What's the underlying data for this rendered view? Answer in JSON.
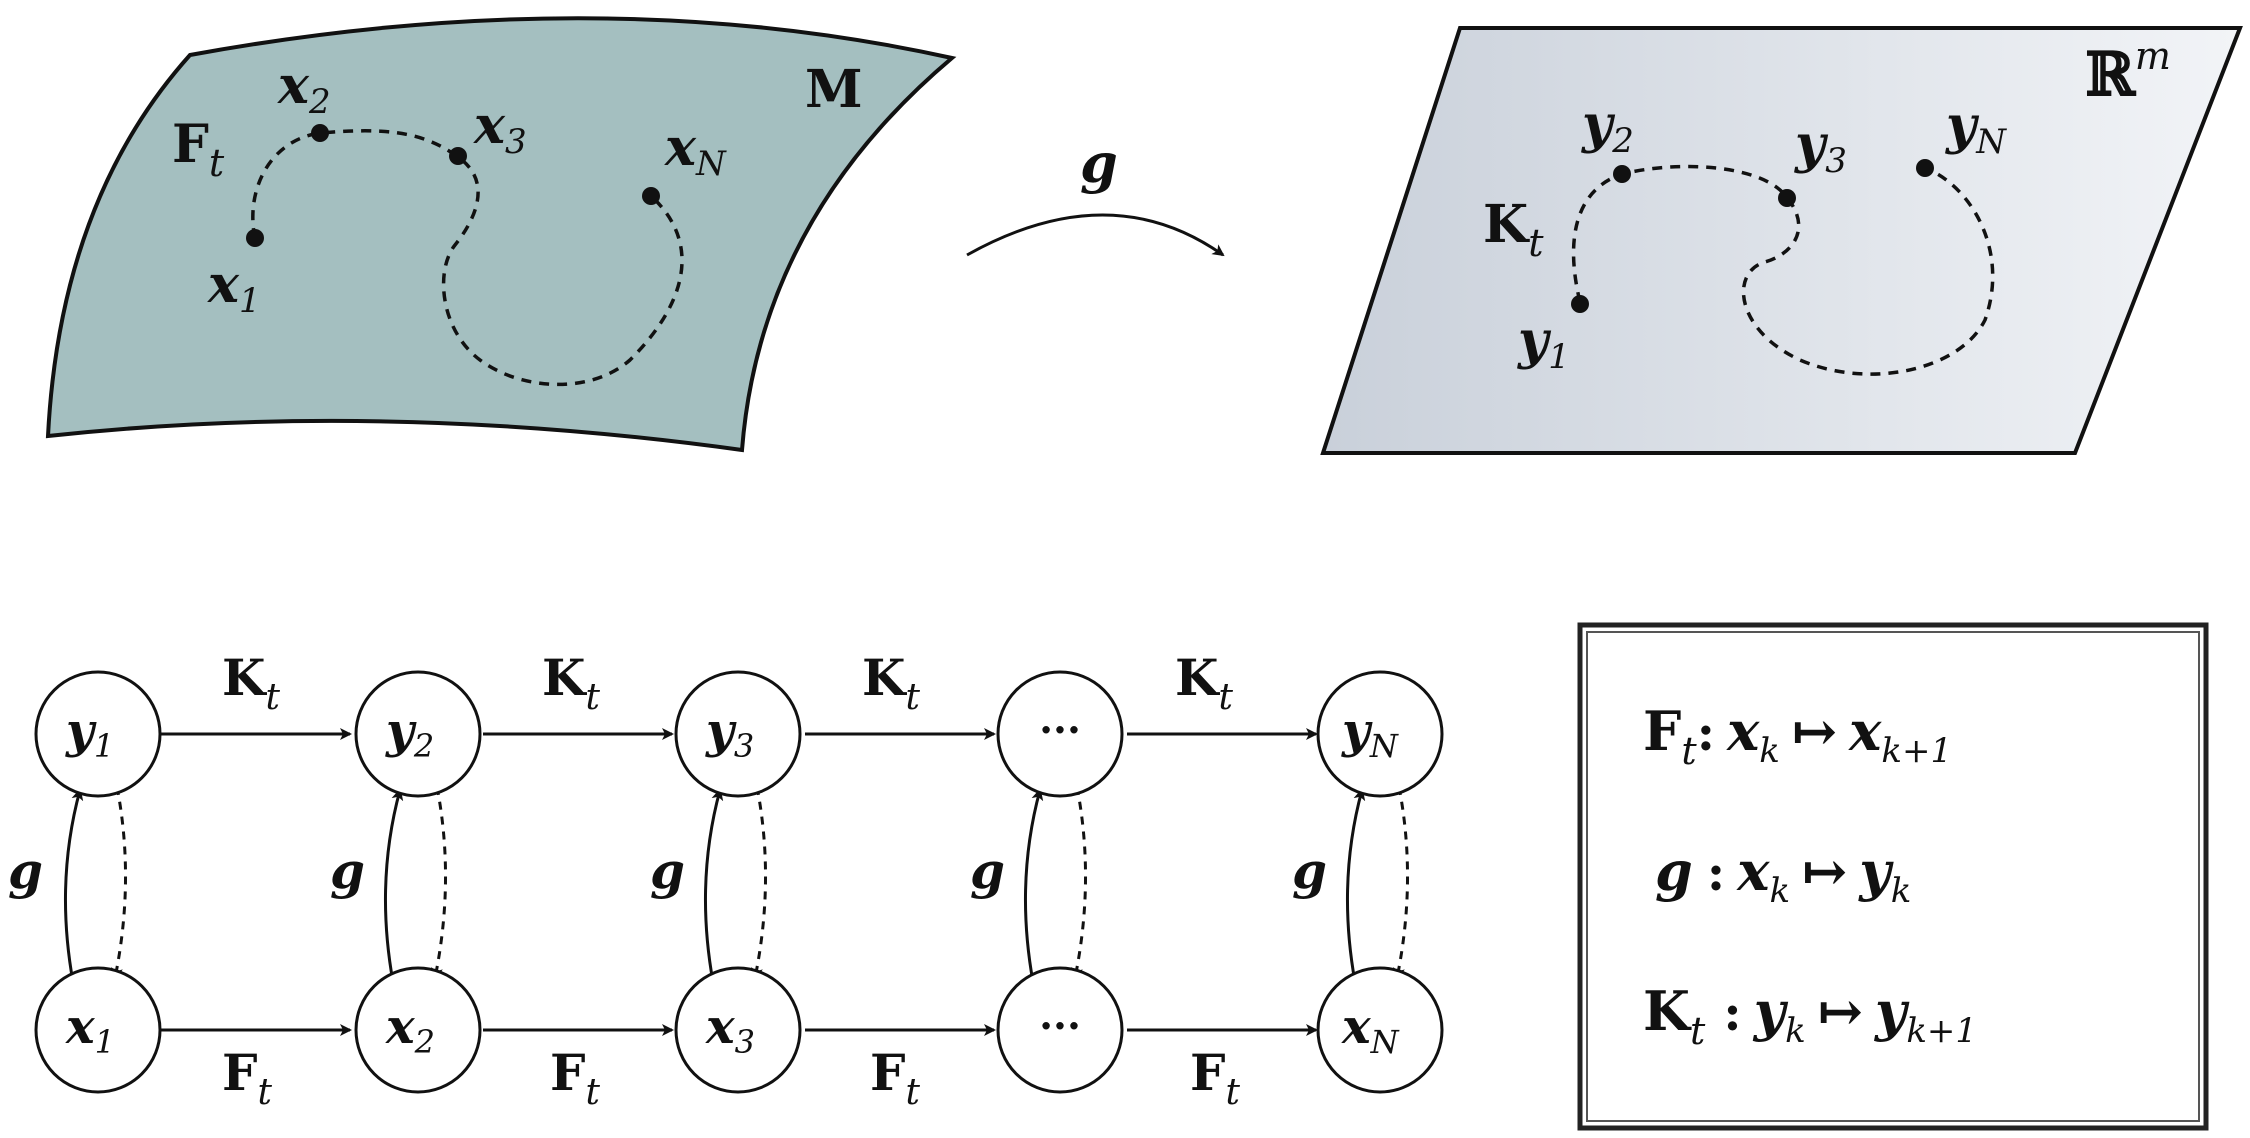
{
  "manifold": {
    "label": "M",
    "fill": "#a4bfc0",
    "points": [
      {
        "name": "x",
        "sub": "1"
      },
      {
        "name": "x",
        "sub": "2"
      },
      {
        "name": "x",
        "sub": "3"
      },
      {
        "name": "x",
        "sub": "N"
      }
    ],
    "operator": {
      "name": "F",
      "sub": "t"
    }
  },
  "map": {
    "label": "g"
  },
  "euclidean": {
    "label_base": "ℝ",
    "label_sup": "m",
    "fill_left": "#c9d0da",
    "fill_right": "#f2f4f7",
    "points": [
      {
        "name": "y",
        "sub": "1"
      },
      {
        "name": "y",
        "sub": "2"
      },
      {
        "name": "y",
        "sub": "3"
      },
      {
        "name": "y",
        "sub": "N"
      }
    ],
    "operator": {
      "name": "K",
      "sub": "t"
    }
  },
  "graph": {
    "top_nodes": [
      {
        "name": "y",
        "sub": "1"
      },
      {
        "name": "y",
        "sub": "2"
      },
      {
        "name": "y",
        "sub": "3"
      },
      {
        "name": "···",
        "sub": ""
      },
      {
        "name": "y",
        "sub": "N"
      }
    ],
    "bottom_nodes": [
      {
        "name": "x",
        "sub": "1"
      },
      {
        "name": "x",
        "sub": "2"
      },
      {
        "name": "x",
        "sub": "3"
      },
      {
        "name": "···",
        "sub": ""
      },
      {
        "name": "x",
        "sub": "N"
      }
    ],
    "top_edge": {
      "name": "K",
      "sub": "t"
    },
    "bottom_edge": {
      "name": "F",
      "sub": "t"
    },
    "vertical_edge": "g"
  },
  "legend": [
    {
      "op": "F",
      "op_sub": "t",
      "sep": ":",
      "from": "x",
      "from_sub": "k",
      "arrow": "↦",
      "to": "x",
      "to_sub": "k+1"
    },
    {
      "op": "g",
      "op_sub": "",
      "sep": ":",
      "from": "x",
      "from_sub": "k",
      "arrow": "↦",
      "to": "y",
      "to_sub": "k"
    },
    {
      "op": "K",
      "op_sub": "t",
      "sep": ":",
      "from": "y",
      "from_sub": "k",
      "arrow": "↦",
      "to": "y",
      "to_sub": "k+1"
    }
  ]
}
